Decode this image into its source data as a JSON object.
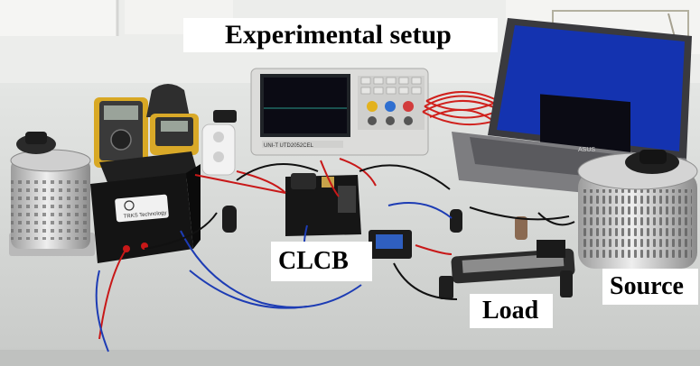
{
  "labels": {
    "title": "Experimental setup",
    "clcb": "CLCB",
    "load": "Load",
    "source": "Source"
  },
  "device_text": {
    "instrument_box_brand": "TRKS Technology",
    "oscilloscope_brand": "UNI-T UTD2052CEL",
    "laptop_brand": "ASUS"
  },
  "colors": {
    "wall": "#ededeb",
    "table": "#d2d4d2",
    "wire_red": "#c81818",
    "wire_blue": "#1d3cb4",
    "laptop_screen": "#1433b0"
  }
}
